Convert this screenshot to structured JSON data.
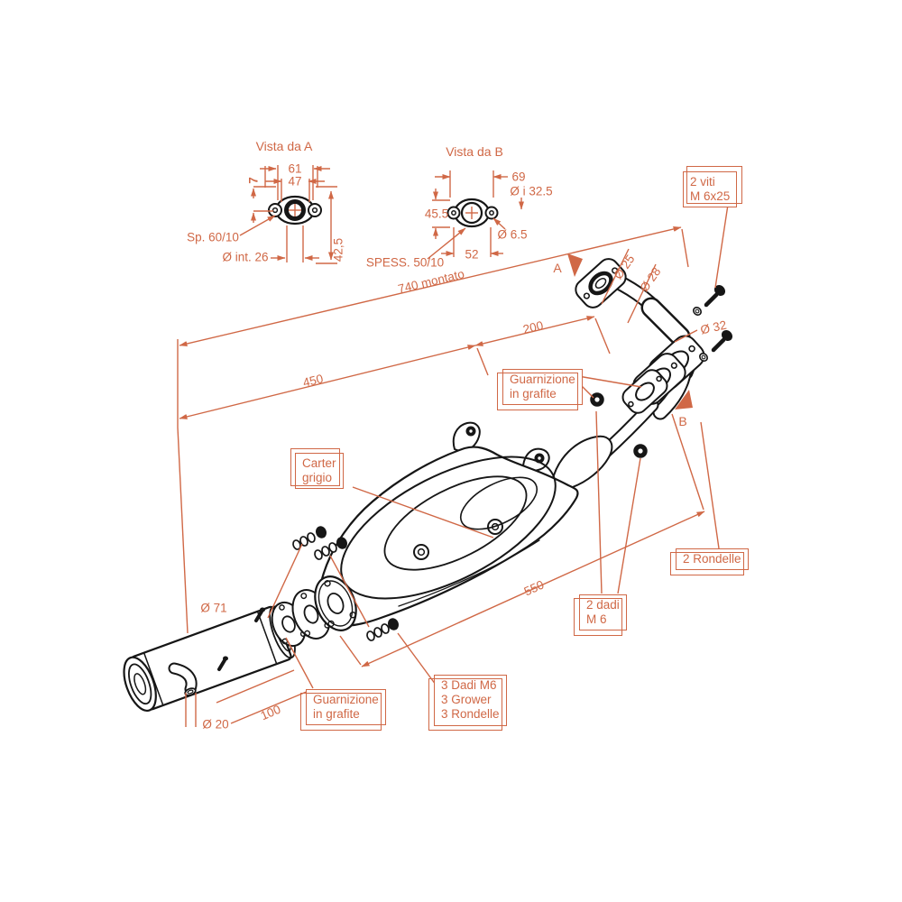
{
  "colors": {
    "accent": "#d06846",
    "ink": "#161616",
    "background": "#ffffff"
  },
  "views": {
    "a": {
      "title": "Vista da A",
      "dim_width_outer": "61",
      "dim_hole_spacing": "47",
      "dim_offset": "7",
      "thickness": "Sp. 60/10",
      "inner_diameter": "Ø int. 26",
      "dim_height": "42,5"
    },
    "b": {
      "title": "Vista da B",
      "dim_width_outer": "69",
      "inner_diameter": "Ø i 32.5",
      "dim_height": "45.5",
      "hole_diameter": "Ø 6.5",
      "dim_hole_spacing": "52",
      "thickness": "SPESS. 50/10"
    }
  },
  "dimensions": {
    "overall_mounted": "740 montato",
    "rear_section": "450",
    "front_section": "200",
    "body_length": "550",
    "silencer_length": "100",
    "silencer_diameter": "Ø 71",
    "tailpipe_diameter": "Ø 20",
    "header_pipe_inner": "Ø 25",
    "header_pipe_outer": "Ø 28",
    "flange_pipe": "Ø 32"
  },
  "markers": {
    "view_a": "A",
    "view_b": "B"
  },
  "callouts": {
    "screws": {
      "lines": [
        "2 viti",
        "M 6x25"
      ]
    },
    "gasket_top": {
      "lines": [
        "Guarnizione",
        "in grafite"
      ]
    },
    "carter": {
      "lines": [
        "Carter",
        "grigio"
      ]
    },
    "washers": {
      "lines": [
        "2 Rondelle"
      ]
    },
    "nuts2": {
      "lines": [
        "2 dadi",
        "M 6"
      ]
    },
    "nuts3": {
      "lines": [
        "3 Dadi M6",
        "3 Grower",
        "3 Rondelle"
      ]
    },
    "gasket_bottom": {
      "lines": [
        "Guarnizione",
        "in grafite"
      ]
    }
  }
}
